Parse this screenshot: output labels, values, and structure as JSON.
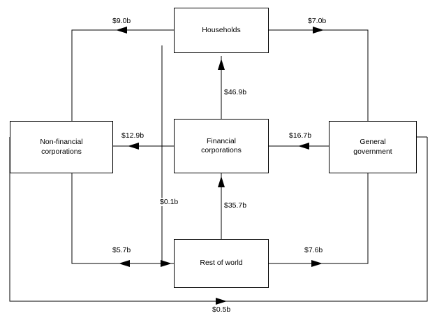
{
  "diagram": {
    "type": "flow-network",
    "title": "",
    "nodes": [
      {
        "id": "households",
        "label": "Households"
      },
      {
        "id": "non_financial",
        "label": "Non-financial\ncorporations"
      },
      {
        "id": "financial",
        "label": "Financial\ncorporations"
      },
      {
        "id": "general_government",
        "label": "General\ngovernment"
      },
      {
        "id": "rest_of_world",
        "label": "Rest of world"
      }
    ],
    "flows": [
      {
        "id": "f1",
        "from": "households",
        "to": "non_financial",
        "label": "$9.0b"
      },
      {
        "id": "f2",
        "from": "households",
        "to": "general_government",
        "label": "$7.0b"
      },
      {
        "id": "f3",
        "from": "financial",
        "to": "households",
        "label": "$46.9b"
      },
      {
        "id": "f4",
        "from": "financial",
        "to": "non_financial",
        "label": "$12.9b"
      },
      {
        "id": "f5",
        "from": "general_government",
        "to": "financial",
        "label": "$16.7b"
      },
      {
        "id": "f6",
        "from": "households",
        "to": "rest_of_world",
        "label": "$0.1b"
      },
      {
        "id": "f7",
        "from": "rest_of_world",
        "to": "financial",
        "label": "$35.7b"
      },
      {
        "id": "f8",
        "from": "rest_of_world",
        "to": "non_financial",
        "label": "$5.7b"
      },
      {
        "id": "f9",
        "from": "rest_of_world",
        "to": "general_government",
        "label": "$7.6b"
      },
      {
        "id": "f10",
        "from": "non_financial",
        "to": "general_government",
        "label": "$0.5b"
      }
    ],
    "colors": {
      "line": "#000000",
      "node_fill": "#ffffff",
      "text": "#000000"
    }
  }
}
